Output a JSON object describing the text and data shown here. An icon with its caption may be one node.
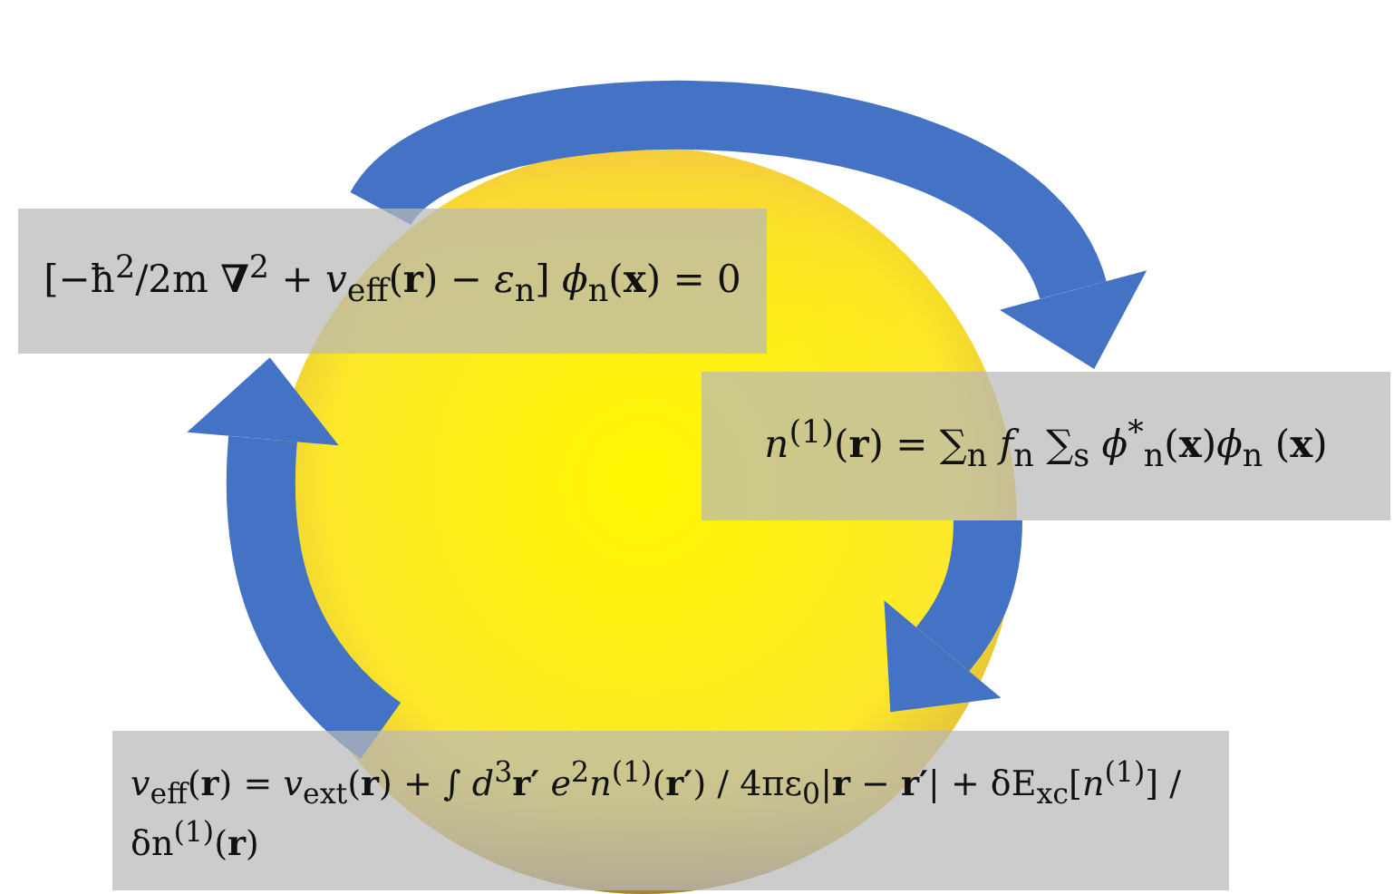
{
  "diagram": {
    "nodes": [
      {
        "text": [
          "[−ħ$^{2}$/2m **∇**$^{2}$ + *v*$_{eff}$(**r**) − *ε*$_{n}$] *ϕ*$_{n}$(**x**) = 0"
        ]
      },
      {
        "text": [
          "*n*$^{(1)}$(**r**) = ∑$_{n}$ *f*$_{n}$ ∑$_{s}$ *ϕ*$^{*}$$_{n}$(**x**)*ϕ*$_{n}$ (**x**)"
        ]
      },
      {
        "text": [
          "*v*$_{eff}$(**r**) = *v*$_{ext}$(**r**) + ∫ *d*$^{3}$**r′** *e*$^{2}$*n*$^{(1)}$(**r′**) / 4πε$_{0}$|**r** − **r′**| + δE$_{xc}$[*n*$^{(1)}$] / δn$^{(1)}$(**r**)"
        ]
      }
    ],
    "edges": [
      {
        "from": 0,
        "to": 1,
        "arrow": "to"
      },
      {
        "from": 1,
        "to": 2,
        "arrow": "to"
      },
      {
        "from": 2,
        "to": 0,
        "arrow": "to"
      }
    ]
  }
}
